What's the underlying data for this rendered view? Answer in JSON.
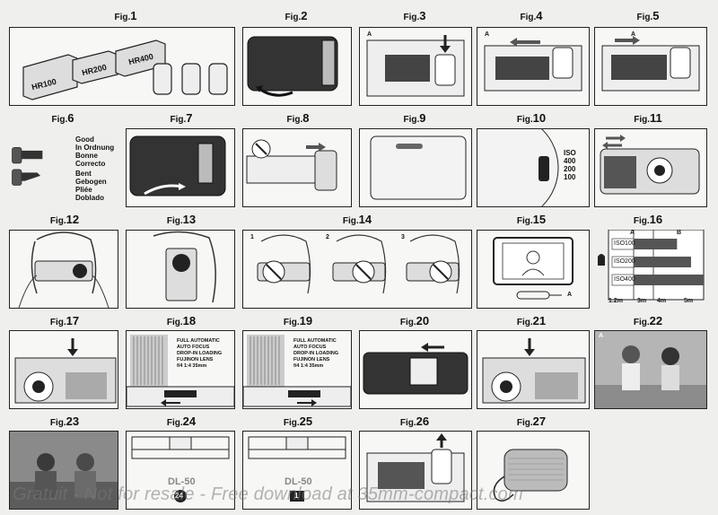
{
  "figures": [
    {
      "prefix": "Fig.",
      "num": "1"
    },
    {
      "prefix": "Fig.",
      "num": "2"
    },
    {
      "prefix": "Fig.",
      "num": "3"
    },
    {
      "prefix": "Fig.",
      "num": "4"
    },
    {
      "prefix": "Fig.",
      "num": "5"
    },
    {
      "prefix": "Fig.",
      "num": "6"
    },
    {
      "prefix": "Fig.",
      "num": "7"
    },
    {
      "prefix": "Fig.",
      "num": "8"
    },
    {
      "prefix": "Fig.",
      "num": "9"
    },
    {
      "prefix": "Fig.",
      "num": "10"
    },
    {
      "prefix": "Fig.",
      "num": "11"
    },
    {
      "prefix": "Fig.",
      "num": "12"
    },
    {
      "prefix": "Fig.",
      "num": "13"
    },
    {
      "prefix": "Fig.",
      "num": "14"
    },
    {
      "prefix": "Fig.",
      "num": "15"
    },
    {
      "prefix": "Fig.",
      "num": "16"
    },
    {
      "prefix": "Fig.",
      "num": "17"
    },
    {
      "prefix": "Fig.",
      "num": "18"
    },
    {
      "prefix": "Fig.",
      "num": "19"
    },
    {
      "prefix": "Fig.",
      "num": "20"
    },
    {
      "prefix": "Fig.",
      "num": "21"
    },
    {
      "prefix": "Fig.",
      "num": "22"
    },
    {
      "prefix": "Fig.",
      "num": "23"
    },
    {
      "prefix": "Fig.",
      "num": "24"
    },
    {
      "prefix": "Fig.",
      "num": "25"
    },
    {
      "prefix": "Fig.",
      "num": "26"
    },
    {
      "prefix": "Fig.",
      "num": "27"
    }
  ],
  "fig1": {
    "film_boxes": [
      "HR100",
      "HR200",
      "HR400"
    ]
  },
  "fig3": {
    "marker": "A"
  },
  "fig4": {
    "marker": "A"
  },
  "fig5": {
    "marker": "A"
  },
  "fig6": {
    "good": [
      "Good",
      "In Ordnung",
      "Bonne",
      "Correcto"
    ],
    "bent": [
      "Bent",
      "Gebogen",
      "Pliée",
      "Doblado"
    ]
  },
  "fig10": {
    "iso": [
      "ISO",
      "400",
      "200",
      "100"
    ]
  },
  "fig14": {
    "steps": [
      "1",
      "2",
      "3"
    ]
  },
  "fig15": {
    "marker": "A"
  },
  "fig16": {
    "col_a": "A",
    "col_b": "B",
    "rows": [
      {
        "label": "ISO100",
        "fill": 0.62
      },
      {
        "label": "ISO200",
        "fill": 0.82
      },
      {
        "label": "ISO400",
        "fill": 1.0
      }
    ],
    "distances": [
      "1.2m",
      "3m",
      "4m",
      "5m"
    ]
  },
  "fig18": {
    "lines": [
      "FULL AUTOMATIC",
      "AUTO FOCUS",
      "DROP-IN LOADING",
      "FUJINON LENS",
      "f/4 1:4 35mm"
    ]
  },
  "fig19": {
    "lines": [
      "FULL AUTOMATIC",
      "AUTO FOCUS",
      "DROP-IN LOADING",
      "FUJINON LENS",
      "f/4 1:4 35mm"
    ]
  },
  "fig22": {
    "marker": "A"
  },
  "fig24": {
    "model": "DL-50",
    "counter": "24"
  },
  "fig25": {
    "model": "DL-50",
    "counter": "1"
  },
  "watermark": "Gratuit - Not for resale - Free download at 35mm-compact.com"
}
